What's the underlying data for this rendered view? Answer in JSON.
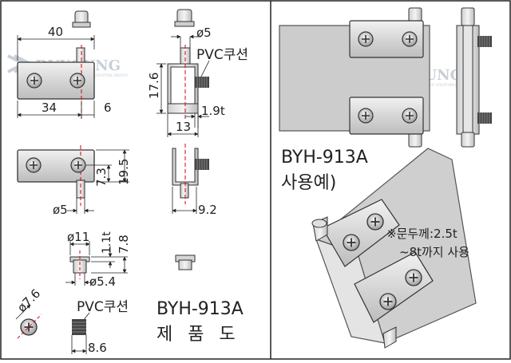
{
  "left_panel": {
    "dimensions": {
      "top_view_width": "40",
      "top_view_hole_span": "34",
      "top_view_offset": "6",
      "pin_diameter": "ø5",
      "side_height": "17.6",
      "side_thickness": "1.9t",
      "side_width": "13",
      "front_height_inner": "7.3",
      "front_height_outer": "19.5",
      "bottom_pin_diameter": "ø5",
      "front_side_width": "9.2",
      "cushion_outer_diameter": "ø11",
      "cushion_thickness": "1.1t",
      "cushion_height": "7.8",
      "cushion_inner_diameter": "ø5.4",
      "screw_diameter": "ø7.6",
      "screw_length": "8.6"
    },
    "labels": {
      "pvc_cushion_top": "PVC쿠션",
      "pvc_cushion_bottom": "PVC쿠션"
    },
    "model_name": "BYH-913A",
    "drawing_title": "제 품 도"
  },
  "right_panel": {
    "model_name": "BYH-913A",
    "usage_title": "사용예)",
    "note_line1": "※문두께:2.5t",
    "note_line2": "~8t까지 사용"
  },
  "watermark": {
    "brand": "BUYOUNG",
    "slogan": "COMMERCIALS VALUE OF CREATION ENERGY"
  }
}
